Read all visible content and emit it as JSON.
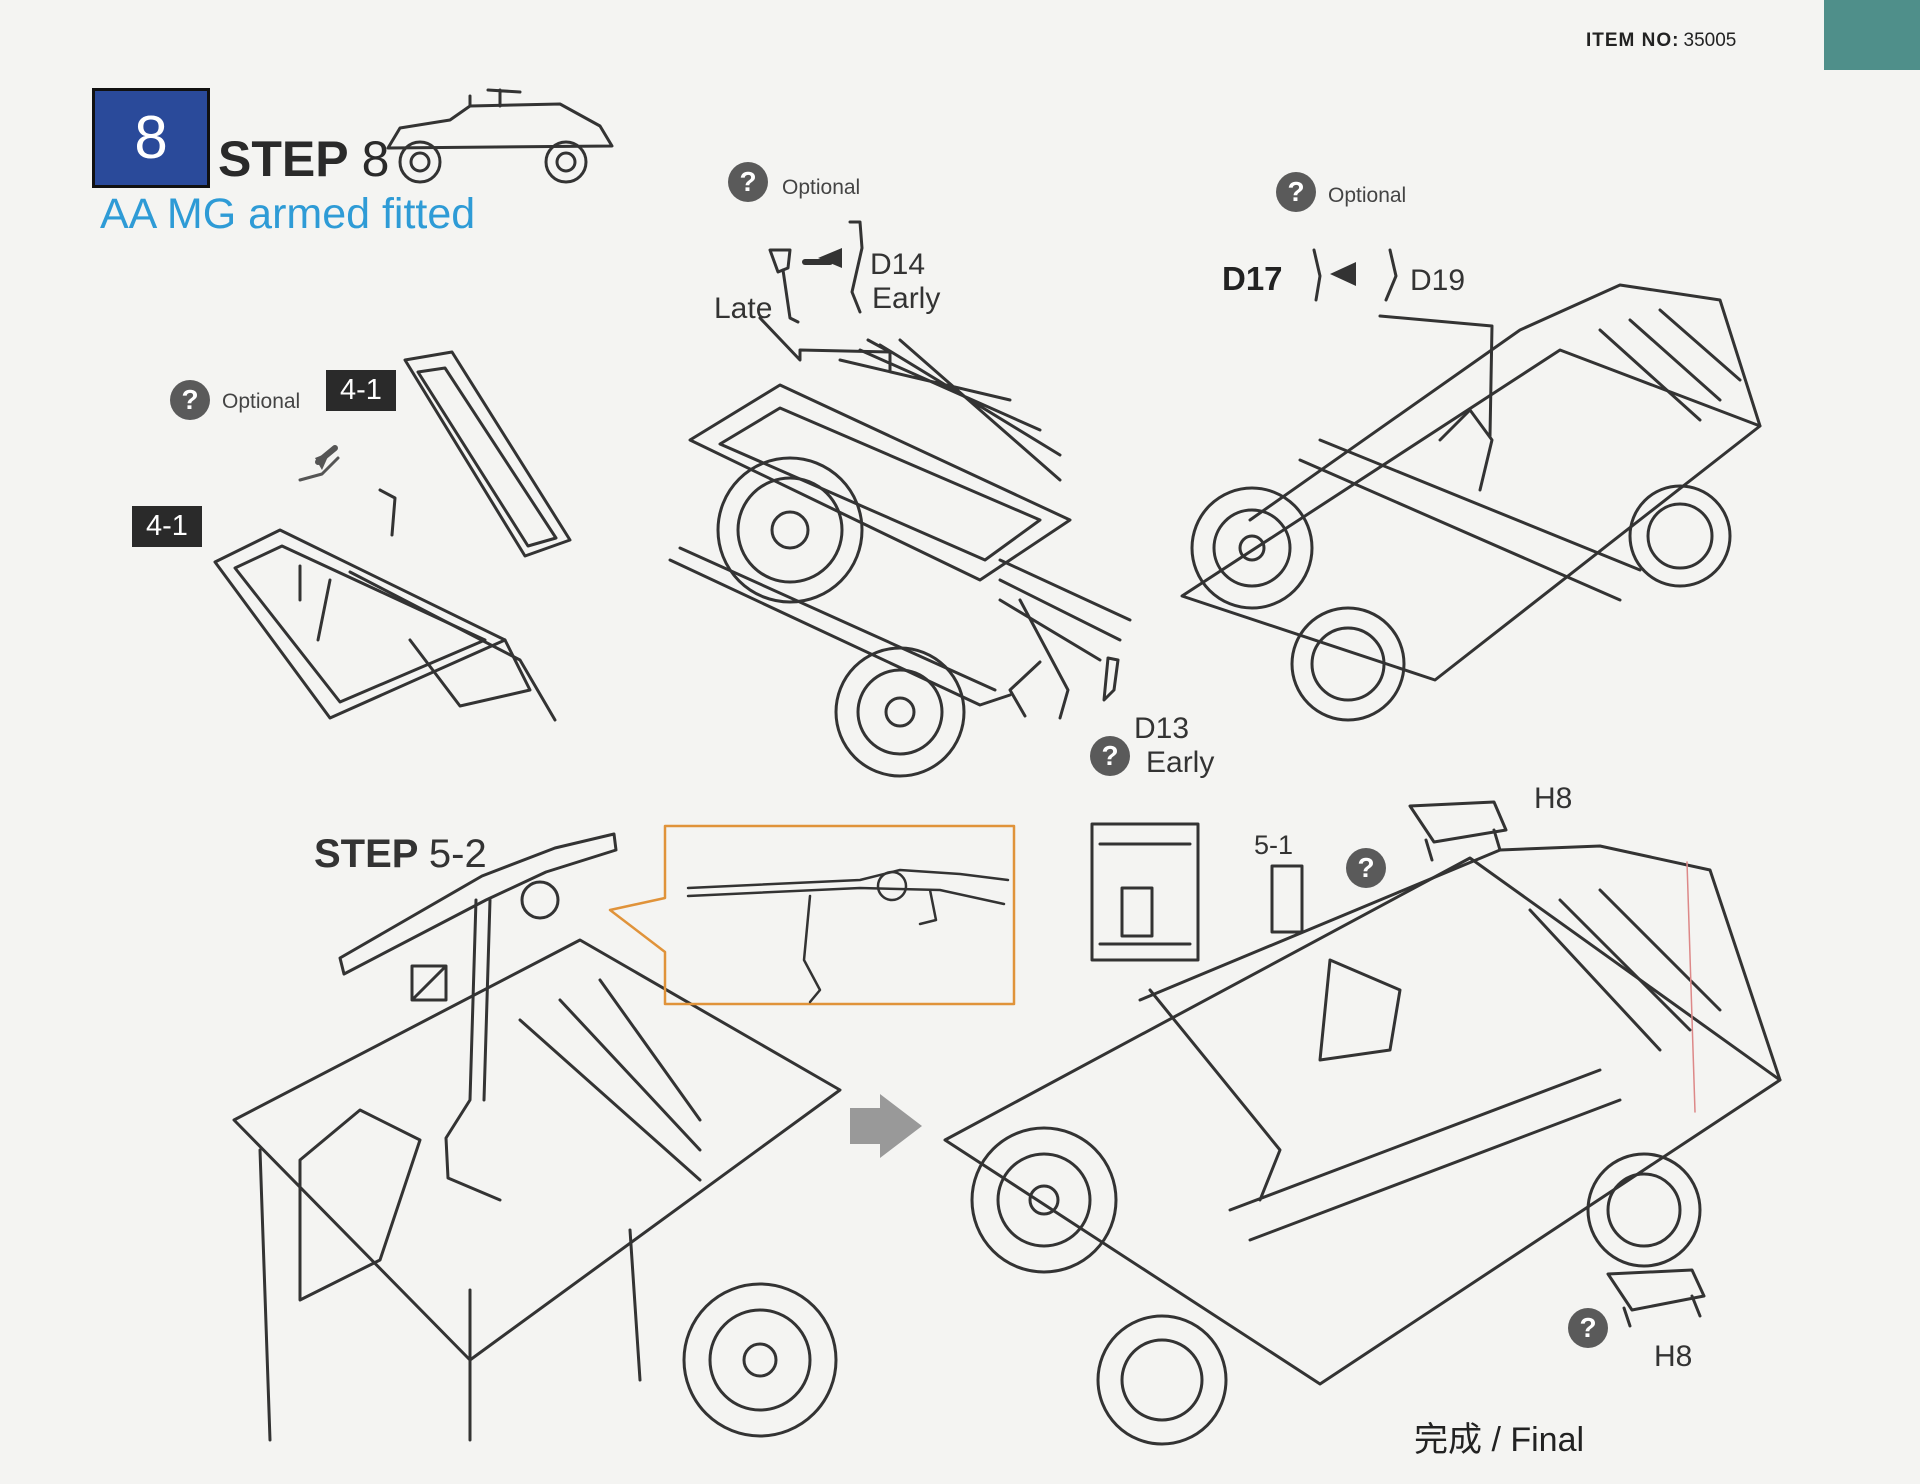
{
  "header": {
    "item_label": "ITEM NO:",
    "item_number": "35005"
  },
  "step": {
    "badge": "8",
    "title_word": "STEP",
    "title_number": "8",
    "subtitle": "AA MG armed fitted"
  },
  "panels": {
    "windscreen": {
      "optional": "Optional",
      "tag_top": "4-1",
      "tag_left": "4-1"
    },
    "mirror": {
      "optional": "Optional",
      "late": "Late",
      "part_d14": "D14",
      "early_top": "Early",
      "part_d13": "D13",
      "early_bottom": "Early"
    },
    "rear": {
      "optional": "Optional",
      "part_d17": "D17",
      "part_d19": "D19"
    },
    "mg": {
      "step_word": "STEP",
      "step_number": "5-2"
    },
    "final": {
      "part_51": "5-1",
      "part_h8_top": "H8",
      "part_h8_bottom": "H8",
      "caption": "完成 / Final"
    }
  },
  "colors": {
    "badge": "#2a4a9a",
    "subtitle": "#2e9bd6",
    "callout_border": "#e0933a",
    "tab": "#4f8f8a"
  }
}
